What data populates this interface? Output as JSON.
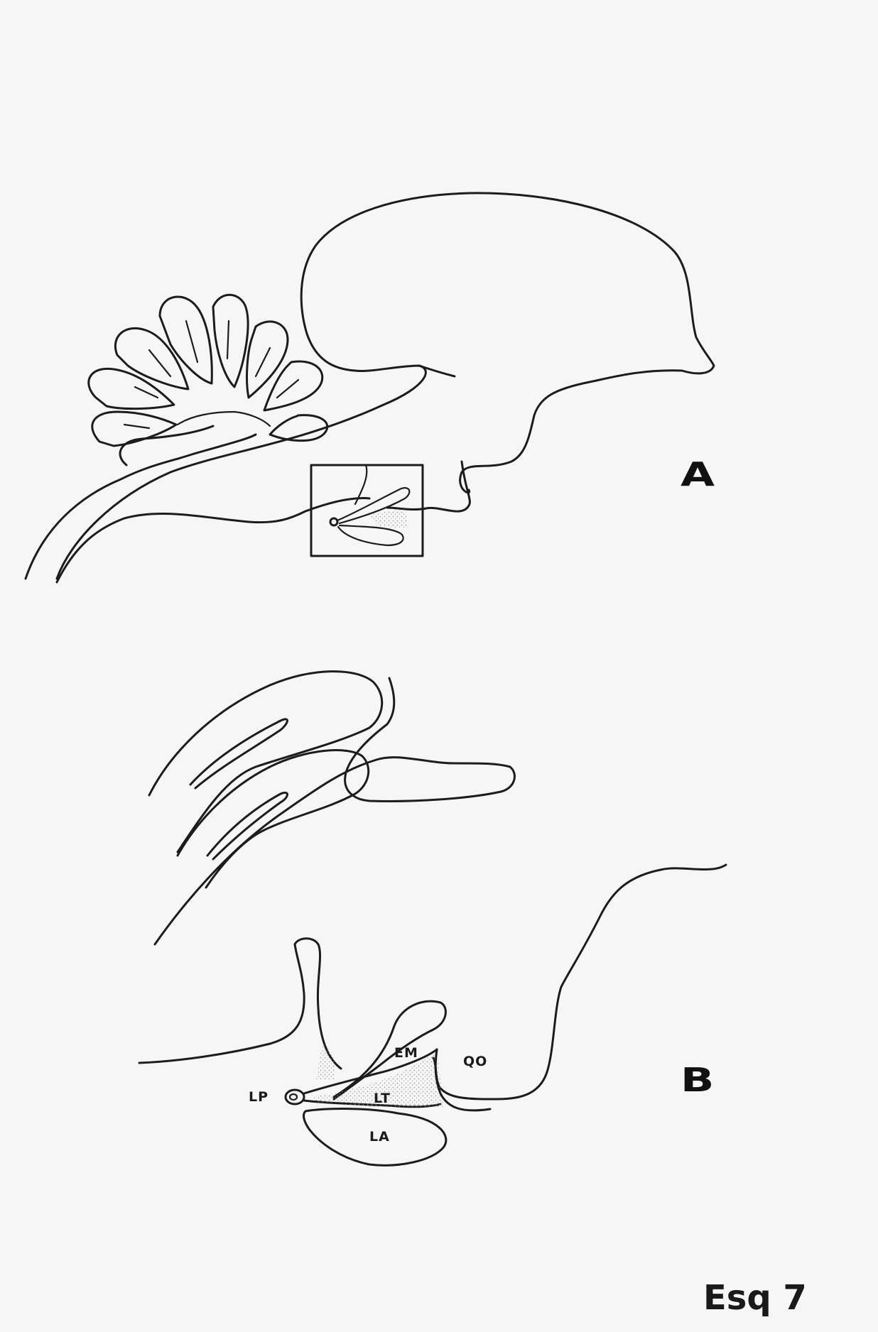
{
  "figure": {
    "caption": "Esq 7",
    "panel_a": "A",
    "panel_b": "B"
  },
  "labels": {
    "em": "EM",
    "qo": "QO",
    "lp": "LP",
    "lt": "LT",
    "la": "LA"
  },
  "colors": {
    "ink": "#1c1c1c",
    "paper": "#f6f6f6",
    "stipple": "#8a8a8a"
  }
}
